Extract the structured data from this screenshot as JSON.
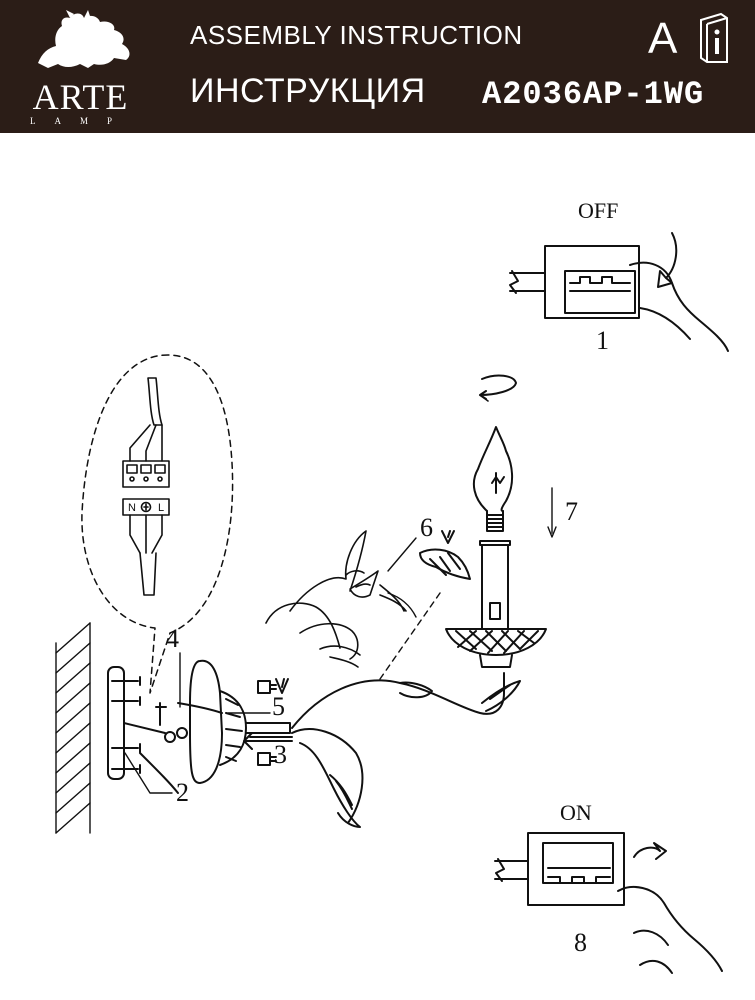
{
  "header": {
    "brand_name": "ARTE",
    "brand_sub": "LAMP",
    "title_en": "ASSEMBLY INSTRUCTION",
    "title_ru": "ИНСТРУКЦИЯ",
    "model": "A2036AP-1WG",
    "language_letter": "A",
    "info_icon": "book-info-icon",
    "colors": {
      "background": "#2b1d17",
      "text": "#ffffff"
    }
  },
  "switches": {
    "off_label": "OFF",
    "on_label": "ON"
  },
  "wiring": {
    "terminal_n": "N",
    "terminal_l": "L"
  },
  "steps": {
    "s1": "1",
    "s2": "2",
    "s3": "3",
    "s4": "4",
    "s5": "5",
    "s6": "6",
    "s7": "7",
    "s8": "8"
  }
}
